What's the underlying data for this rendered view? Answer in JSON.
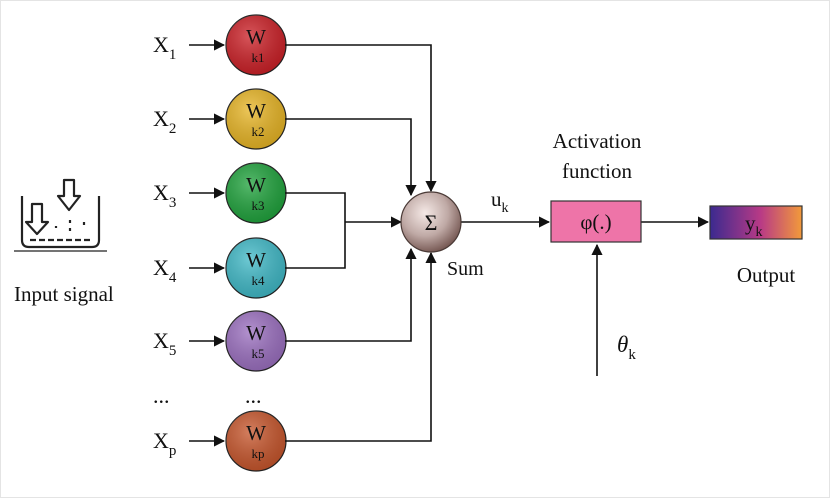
{
  "inputs": [
    {
      "base": "X",
      "sub": "1"
    },
    {
      "base": "X",
      "sub": "2"
    },
    {
      "base": "X",
      "sub": "3"
    },
    {
      "base": "X",
      "sub": "4"
    },
    {
      "base": "X",
      "sub": "5"
    },
    {
      "base": "...",
      "sub": ""
    },
    {
      "base": "X",
      "sub": "p"
    }
  ],
  "weights": [
    {
      "base": "W",
      "sub": "k1",
      "color": "#cc1f26"
    },
    {
      "base": "W",
      "sub": "k2",
      "color": "#e8b524"
    },
    {
      "base": "W",
      "sub": "k3",
      "color": "#1fa33c"
    },
    {
      "base": "W",
      "sub": "k4",
      "color": "#3fb9c7"
    },
    {
      "base": "W",
      "sub": "k5",
      "color": "#9b6fc0"
    },
    {
      "base": "...",
      "sub": "",
      "color": ""
    },
    {
      "base": "W",
      "sub": "kp",
      "color": "#c7552b"
    }
  ],
  "input_signal_label": "Input signal",
  "sum": {
    "symbol": "Σ",
    "label": "Sum"
  },
  "u": {
    "base": "u",
    "sub": "k"
  },
  "activation": {
    "title_line1": "Activation",
    "title_line2": "function",
    "text": "φ(.)",
    "color": "#ee74a8"
  },
  "theta": {
    "base": "θ",
    "sub": "k"
  },
  "output": {
    "base": "y",
    "sub": "k",
    "label": "Output",
    "gradient": [
      "#3b2a8f",
      "#b83a86",
      "#f29a3a"
    ]
  }
}
